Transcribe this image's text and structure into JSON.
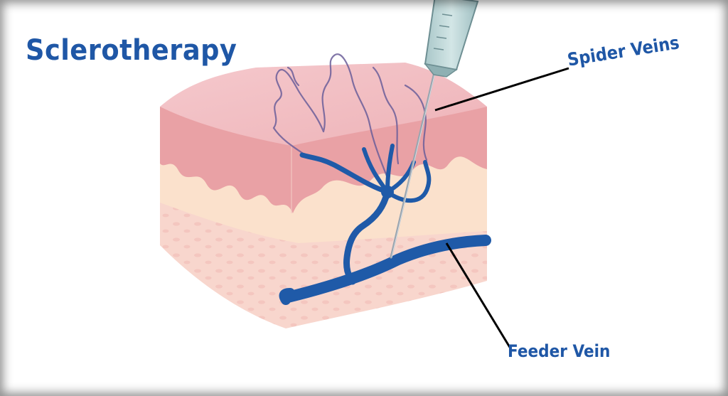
{
  "title": "Sclerotherapy",
  "labels": {
    "spider_veins": "Spider Veins",
    "feeder_vein": "Feeder Vein"
  },
  "colors": {
    "label_blue": "#1f57a6",
    "vein_blue": "#1f5aa8",
    "skin_top": "#f2bfc4",
    "epidermis": "#e9a3a7",
    "dermis": "#fbe2cf",
    "subcutis": "#f9d7cf",
    "syringe_glass": "#b9d4d6",
    "needle": "#a9b3bc"
  }
}
